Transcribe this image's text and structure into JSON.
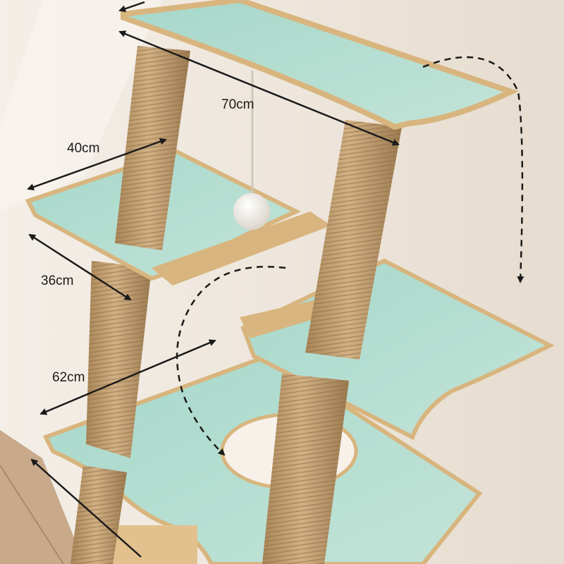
{
  "dimensions": {
    "top_width": "70cm",
    "shelf_depth": "40cm",
    "shelf_width": "36cm",
    "base_depth": "62cm"
  },
  "colors": {
    "wall": "#efe8df",
    "shelf_top": "#a9d9cc",
    "wood_edge": "#d8b57e",
    "sisal": "#c7a57a",
    "arrow": "#1a1a1a"
  }
}
